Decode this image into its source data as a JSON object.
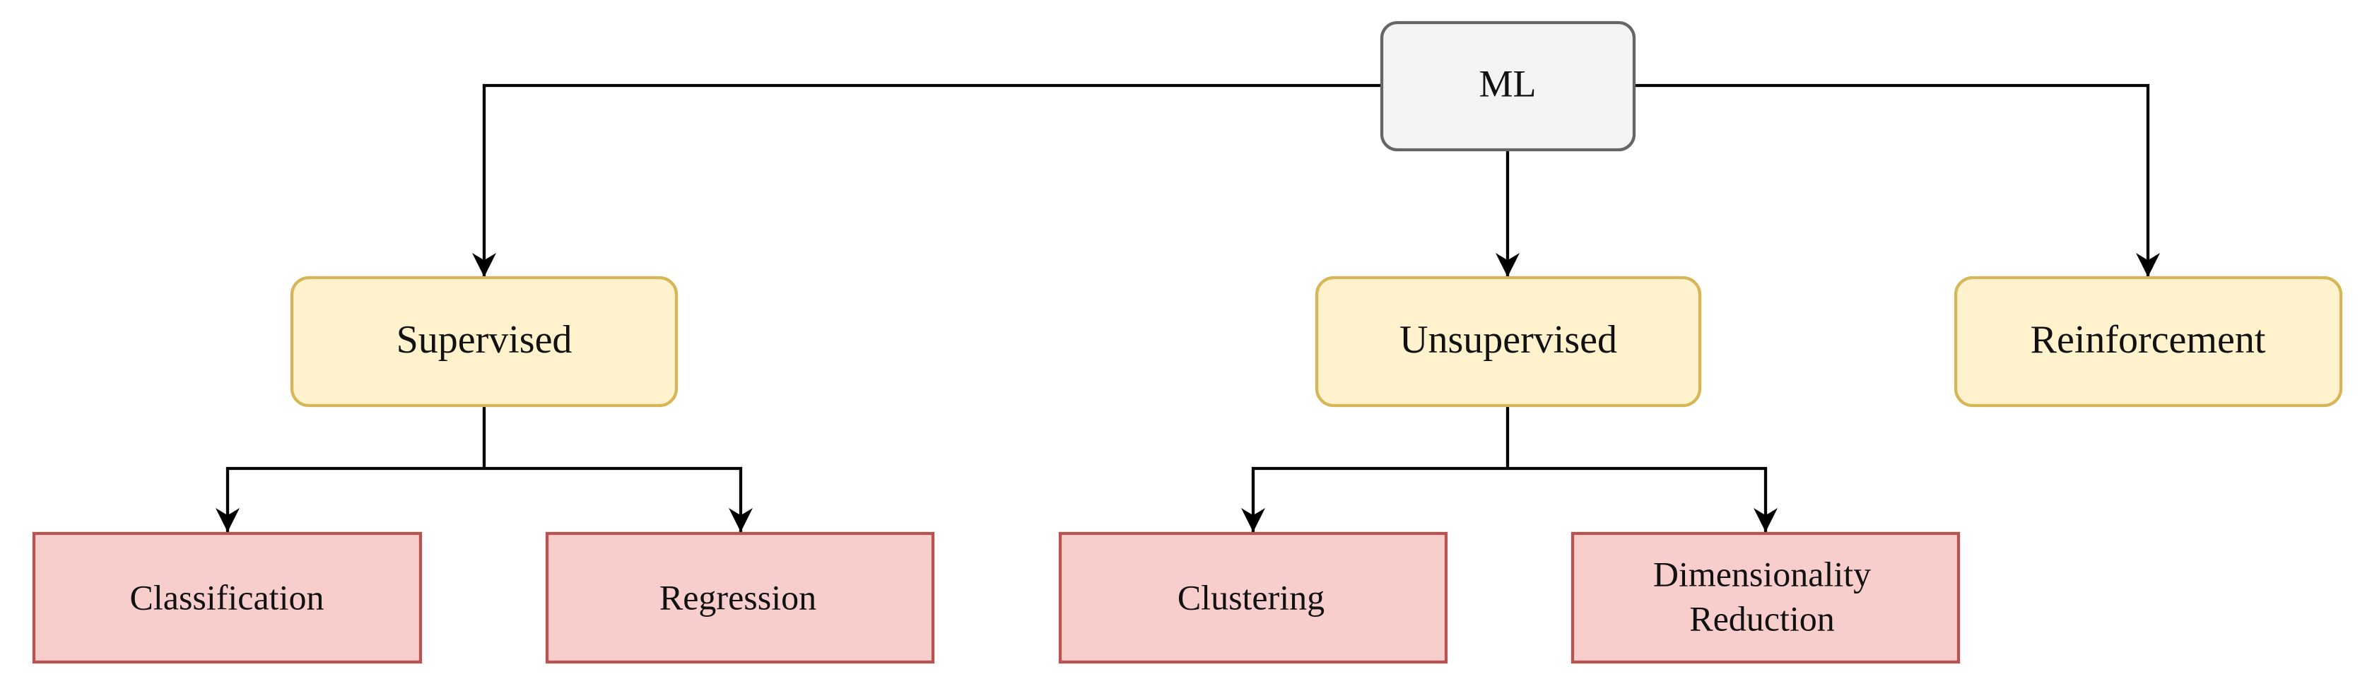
{
  "diagram": {
    "root": {
      "label": "ML"
    },
    "categories": {
      "supervised": "Supervised",
      "unsupervised": "Unsupervised",
      "reinforcement": "Reinforcement"
    },
    "tasks": {
      "classification": "Classification",
      "regression": "Regression",
      "clustering": "Clustering",
      "dimensionality_reduction_line1": "Dimensionality",
      "dimensionality_reduction_line2": "Reduction"
    },
    "colors": {
      "root_fill": "#f4f4f4",
      "root_stroke": "#666666",
      "category_fill": "#fff2cc",
      "category_stroke": "#d6b656",
      "task_fill": "#f8cecc",
      "task_stroke": "#b85450",
      "connector": "#000000"
    }
  }
}
